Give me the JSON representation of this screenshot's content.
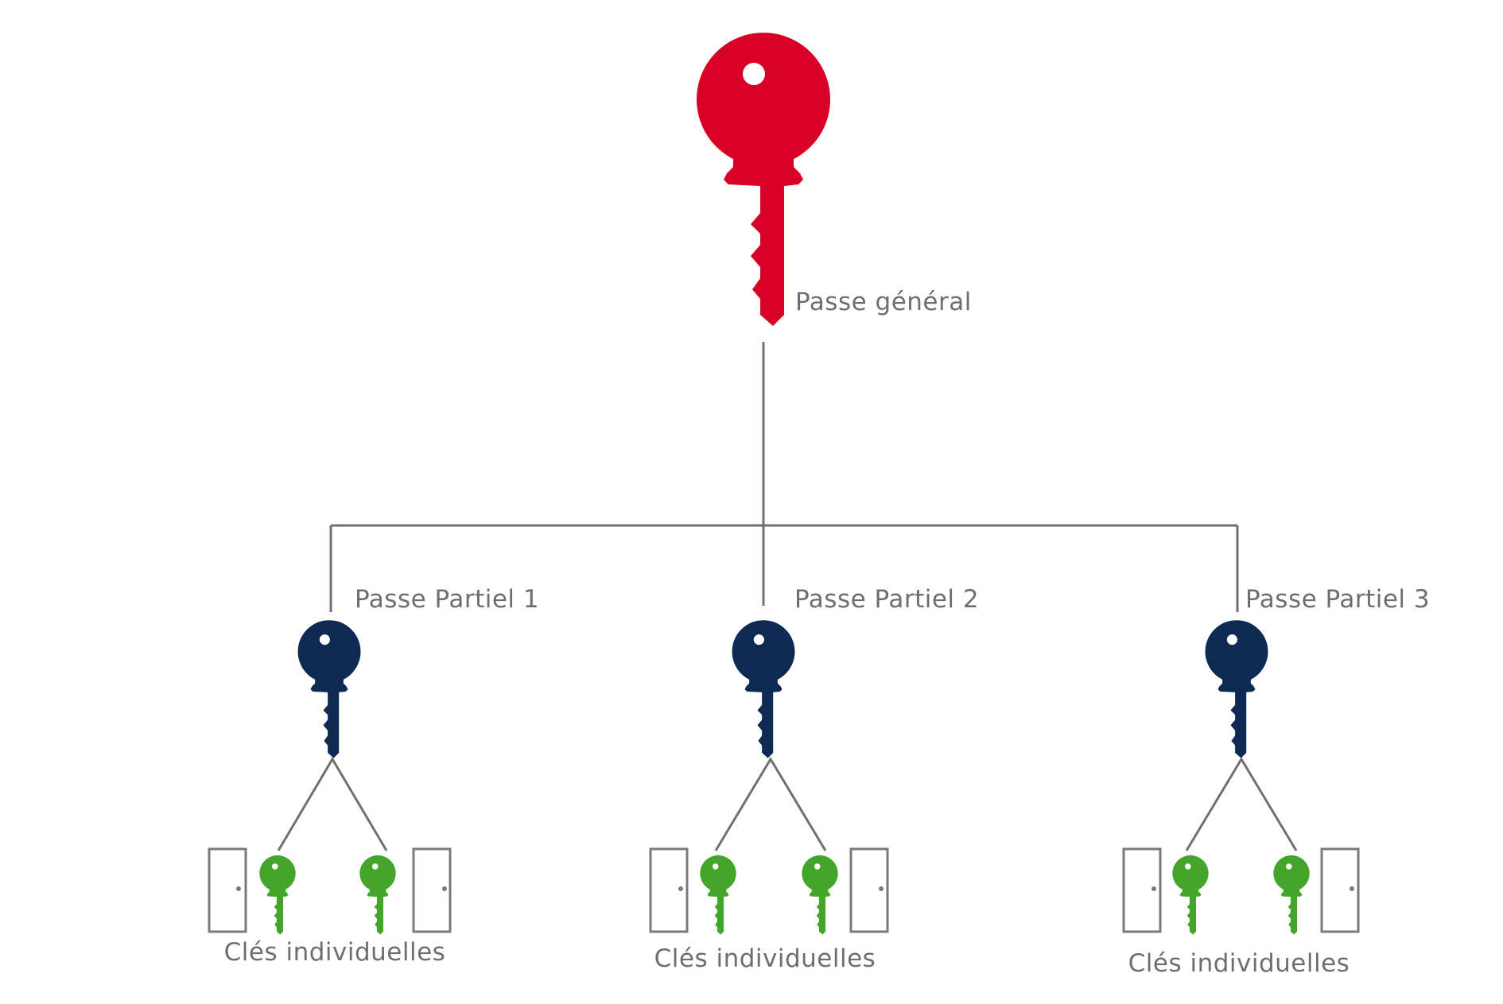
{
  "colors": {
    "master_key": "#d80025",
    "group_key": "#0c2a52",
    "individual_key": "#43a62b",
    "lines": "#707070",
    "text": "#6e6e6e",
    "door": "#7a7a7a"
  },
  "master": {
    "label": "Passe général",
    "icon": "key-icon"
  },
  "groups": [
    {
      "label": "Passe Partiel 1",
      "icon": "key-icon",
      "individual_label": "Clés individuelles",
      "individual_icons": [
        "door-icon",
        "key-icon",
        "key-icon",
        "door-icon"
      ]
    },
    {
      "label": "Passe Partiel 2",
      "icon": "key-icon",
      "individual_label": "Clés individuelles",
      "individual_icons": [
        "door-icon",
        "key-icon",
        "key-icon",
        "door-icon"
      ]
    },
    {
      "label": "Passe Partiel 3",
      "icon": "key-icon",
      "individual_label": "Clés individuelles",
      "individual_icons": [
        "door-icon",
        "key-icon",
        "key-icon",
        "door-icon"
      ]
    }
  ]
}
